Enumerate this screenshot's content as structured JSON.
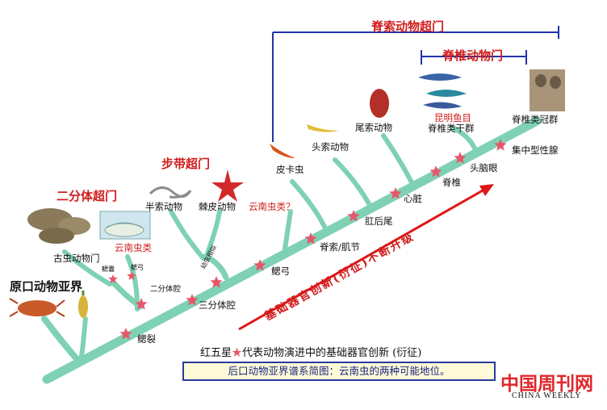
{
  "header": {
    "chordata": "脊索动物超门",
    "vertebrata": "脊椎动物门"
  },
  "groups": {
    "bilateral_label": "二分体超门",
    "ambulacraria_label": "步带超门",
    "protostome_label": "原口动物亚界"
  },
  "taxa": {
    "vetulicolia": "古虫动物门",
    "yunnan_a": "云南虫类",
    "hemichordata": "半索动物",
    "echinodermata": "棘皮动物",
    "yunnan_b": "云南虫类？",
    "pikaia": "皮卡虫",
    "cephalochordata": "头索动物",
    "urochordata": "尾索动物",
    "kunming": "昆明鱼目",
    "stem_vert": "脊椎类干群",
    "crown_vert": "脊椎类冠群"
  },
  "nodes": {
    "gill_slits": "鳃裂",
    "tripartite": "三分体腔",
    "bipartite": "二分体腔",
    "gill_sac": "鳃囊",
    "gill_arch_small": "鳃弓",
    "larva": "幼虫相似",
    "gill_arch": "鳃弓",
    "myomere": "脊索/肌节",
    "post_anal_tail": "肛后尾",
    "heart": "心脏",
    "vertebra": "脊椎",
    "head_brain_eye": "头脑眼",
    "gonad": "集中型性腺"
  },
  "arrow_text": "基础器官创新(衍征)不断升级",
  "legend": {
    "prefix": "红五星",
    "suffix": "代表动物演进中的基础器官创新 (衍征)"
  },
  "subtitle": "后口动物亚界谱系简图：云南虫的两种可能地位。",
  "logo": {
    "cn": "中国周刊网",
    "en": "CHINA WEEKLY"
  },
  "colors": {
    "trunk": "#7fd1b4",
    "star": "#e8566a",
    "arrow": "#e01616",
    "bracket": "#2233aa",
    "accent_red": "#d11c1c"
  }
}
